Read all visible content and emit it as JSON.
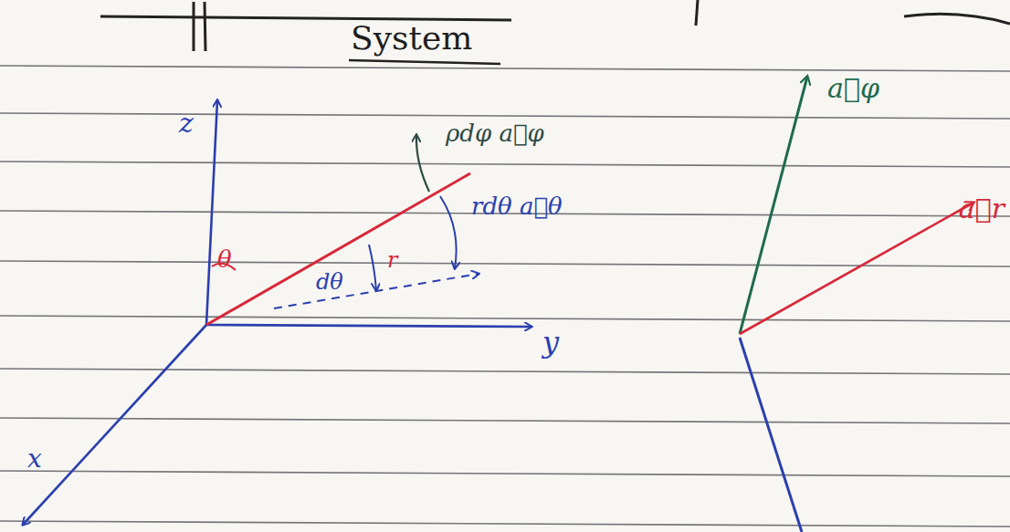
{
  "diagram": {
    "title": "System",
    "labels": [
      "z",
      "y",
      "x",
      "θ",
      "dθ",
      "r",
      "ρdφ a⃗φ",
      "rdθ a⃗θ",
      "a⃗φ",
      "a⃗r"
    ]
  }
}
